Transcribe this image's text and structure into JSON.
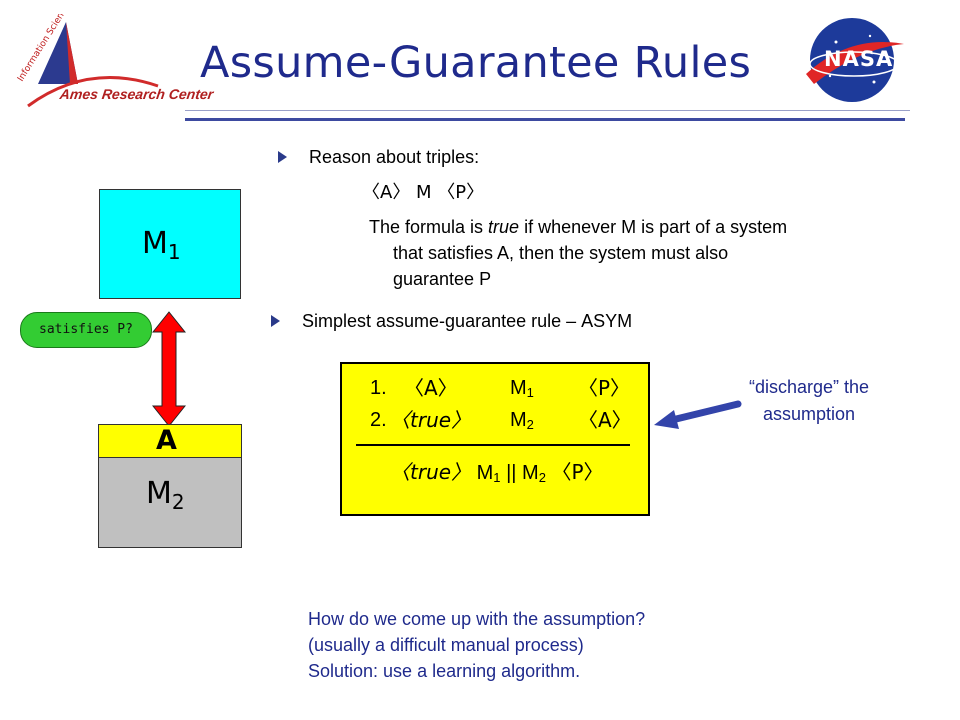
{
  "title": "Assume-Guarantee Rules",
  "logo_left": {
    "text": "Ames Research Center",
    "arc_text": "Information Sciences & Technology"
  },
  "logo_right": {
    "text": "NASA"
  },
  "bullet1": {
    "text": "Reason about triples:",
    "triple": "〈A〉 M 〈P〉",
    "formula_pre": "The formula is ",
    "formula_em": "true",
    "formula_post": " if whenever M is part of a system",
    "formula_line2": "that satisfies A, then the system must also",
    "formula_line3": "guarantee P"
  },
  "bullet2": {
    "text": "Simplest assume-guarantee rule – ",
    "rule_name": "ASYM"
  },
  "diagram": {
    "m1": "M",
    "m1_sub": "1",
    "a": "A",
    "m2": "M",
    "m2_sub": "2",
    "satisfies": "satisfies P?"
  },
  "rule_box": {
    "line1_num": "1.",
    "line1_a": "〈A〉",
    "line1_m": "M",
    "line1_sub": "1",
    "line1_p": "〈P〉",
    "line2_num": "2.",
    "line2_t": "〈true〉",
    "line2_m": "M",
    "line2_sub": "2",
    "line2_a": "〈A〉",
    "concl_t": "〈true〉",
    "concl_m1": "M",
    "concl_sub1": "1",
    "concl_par": " || ",
    "concl_m2": "M",
    "concl_sub2": "2",
    "concl_p": "〈P〉"
  },
  "discharge": {
    "line1": "“discharge” the",
    "line2": "assumption"
  },
  "bottom": {
    "line1": "How do we come up with the assumption?",
    "line2": "(usually a difficult manual process)",
    "line3": "Solution: use a learning algorithm."
  },
  "colors": {
    "title": "#1f2a8c",
    "m1": "#00ffff",
    "a": "#ffff00",
    "m2": "#c0c0c0",
    "rule_box": "#ffff00",
    "satisfies": "#33cc33",
    "arrow_red": "#ff0000",
    "arrow_blue": "#3344aa",
    "blue_text": "#1f2a8c"
  },
  "icons": {
    "bullet": "triangle-bullet-icon",
    "double_arrow": "double-arrow-icon",
    "pointer_arrow": "blue-arrow-icon"
  }
}
